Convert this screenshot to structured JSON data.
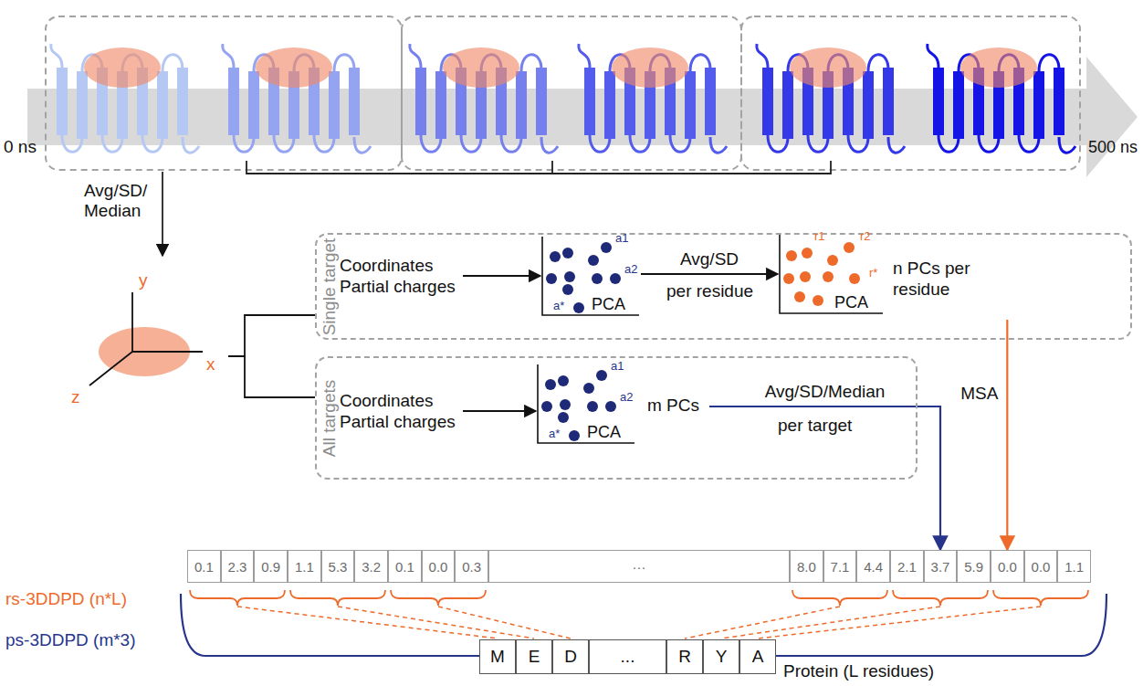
{
  "diagram": {
    "nodes": [
      {
        "text": [
          "y",
          "x",
          "z"
        ]
      },
      {
        "text": [
          "Single target"
        ]
      },
      {
        "text": [
          "Coordinates Partial charges"
        ],
        "in": 1
      },
      {
        "text": [
          "a1",
          "a2",
          "a*",
          "PCA"
        ],
        "in": 1
      },
      {
        "text": [
          "r1",
          "r2",
          "r*",
          "PCA",
          "n PCs per residue"
        ],
        "in": 1
      },
      {
        "text": [
          "All targets"
        ]
      },
      {
        "text": [
          "Coordinates Partial charges"
        ],
        "in": 5
      },
      {
        "text": [
          "a1",
          "a2",
          "a*",
          "PCA",
          "m PCs"
        ],
        "in": 5
      },
      {
        "text": [
          "0.1"
        ]
      },
      {
        "text": [
          "2.3"
        ]
      },
      {
        "text": [
          "0.9"
        ]
      },
      {
        "text": [
          "1.1"
        ]
      },
      {
        "text": [
          "5.3"
        ]
      },
      {
        "text": [
          "3.2"
        ]
      },
      {
        "text": [
          "0.1"
        ]
      },
      {
        "text": [
          "0.0"
        ]
      },
      {
        "text": [
          "0.3"
        ]
      },
      {
        "text": [
          "···"
        ]
      },
      {
        "text": [
          "8.0"
        ]
      },
      {
        "text": [
          "7.1"
        ]
      },
      {
        "text": [
          "4.4"
        ]
      },
      {
        "text": [
          "2.1"
        ]
      },
      {
        "text": [
          "3.7"
        ]
      },
      {
        "text": [
          "5.9"
        ]
      },
      {
        "text": [
          "0.0"
        ]
      },
      {
        "text": [
          "0.0"
        ]
      },
      {
        "text": [
          "1.1"
        ]
      },
      {
        "text": [
          "M"
        ]
      },
      {
        "text": [
          "E"
        ]
      },
      {
        "text": [
          "D"
        ]
      },
      {
        "text": [
          "..."
        ]
      },
      {
        "text": [
          "R"
        ]
      },
      {
        "text": [
          "Y"
        ]
      },
      {
        "text": [
          "A"
        ]
      }
    ],
    "edges": [
      {
        "from": 0,
        "to": 1,
        "arrow": "none"
      },
      {
        "from": 0,
        "to": 5,
        "arrow": "none"
      },
      {
        "from": 2,
        "to": 3,
        "arrow": "to"
      },
      {
        "from": 3,
        "to": 4,
        "arrow": "to",
        "label": "Avg/SD"
      },
      {
        "from": 4,
        "to": 24,
        "arrow": "to",
        "label": "MSA"
      },
      {
        "from": 6,
        "to": 7,
        "arrow": "to"
      },
      {
        "from": 7,
        "to": 22,
        "arrow": "to",
        "label": "Avg/SD/Median"
      }
    ],
    "labels": [
      "0 ns",
      "500 ns",
      "Avg/SD/ Median",
      "per residue",
      "per target",
      "rs-3DDPD (n*L)",
      "ps-3DDPD (m*3)",
      "Protein (L residues)"
    ]
  }
}
